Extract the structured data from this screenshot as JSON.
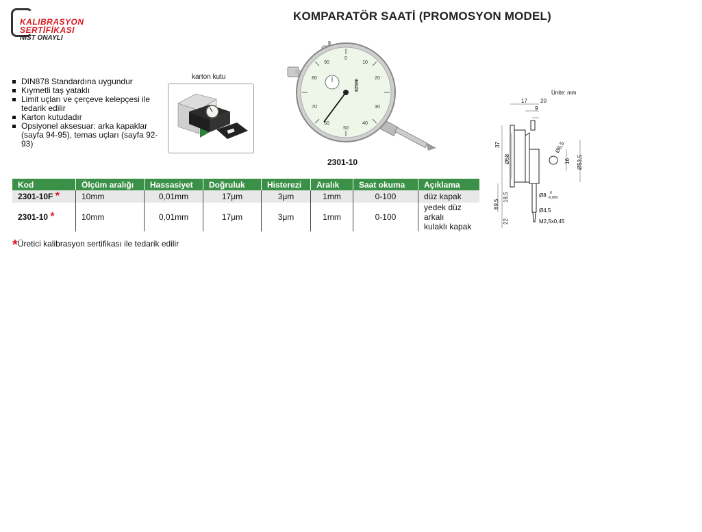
{
  "logo": {
    "line1": "KALIBRASYON",
    "line2": "SERTİFİKASI",
    "line3": "NIST ONAYLI",
    "color": "#d71920"
  },
  "title": "KOMPARATÖR SAATİ (PROMOSYON MODEL)",
  "features": [
    "DIN878 Standardına uygundur",
    "Kıymetli taş yataklı",
    "Limit uçları ve çerçeve kelepçesi ile tedarik edilir",
    "Karton kutudadır",
    "Opsiyonel aksesuar: arka kapaklar (sayfa 94-95), temas uçları (sayfa 92-93)"
  ],
  "carton_label": "karton kutu",
  "gauge": {
    "code": "2301-10",
    "brand": "INSIZE",
    "dial_numbers": [
      "0",
      "10",
      "20",
      "30",
      "40",
      "50",
      "60",
      "70",
      "80",
      "90"
    ]
  },
  "drawing": {
    "unit": "Ünite: mm",
    "dims": {
      "d17": "17",
      "d20": "20",
      "d9": "9",
      "d37": "37",
      "d58": "Ø58",
      "d6_5": "Ø6,5",
      "d16": "16",
      "d53_5": "Ø53,5",
      "d69_5": "69,5",
      "d18_5": "18,5",
      "d8": "Ø8",
      "d8_tol_top": "0",
      "d8_tol_bot": "-0,009",
      "d4_5": "Ø4,5",
      "d22": "22",
      "thread": "M2,5x0,45"
    }
  },
  "table": {
    "header_color": "#3b9047",
    "headers": [
      "Kod",
      "Ölçüm aralığı",
      "Hassasiyet",
      "Doğruluk",
      "Histerezi",
      "Aralık",
      "Saat okuma",
      "Açıklama"
    ],
    "rows": [
      {
        "code": "2301-10F",
        "star": "*",
        "range": "10mm",
        "resolution": "0,01mm",
        "accuracy": "17μm",
        "hysteresis": "3μm",
        "interval": "1mm",
        "reading": "0-100",
        "desc_line1": "düz kapak",
        "desc_line2": ""
      },
      {
        "code": "2301-10",
        "star": "*",
        "range": "10mm",
        "resolution": "0,01mm",
        "accuracy": "17μm",
        "hysteresis": "3μm",
        "interval": "1mm",
        "reading": "0-100",
        "desc_line1": "yedek düz arkalı",
        "desc_line2": "kulaklı kapak"
      }
    ]
  },
  "footnote": {
    "star": "*",
    "text": "Üretici kalibrasyon sertifikası ile tedarik edilir"
  }
}
